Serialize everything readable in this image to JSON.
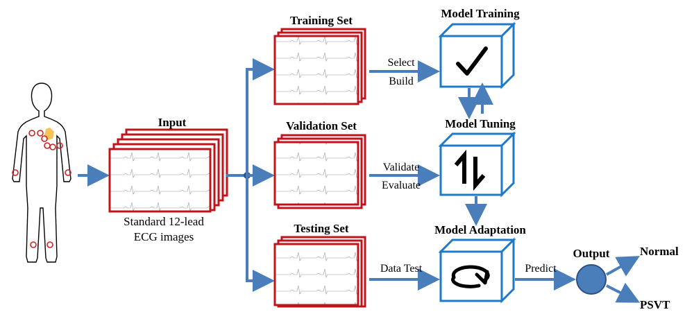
{
  "input": {
    "title": "Input",
    "caption_line1": "Standard 12-lead",
    "caption_line2": "ECG images"
  },
  "sets": {
    "training": "Training Set",
    "validation": "Validation Set",
    "testing": "Testing Set"
  },
  "stages": {
    "training": "Model Training",
    "tuning": "Model Tuning",
    "adaptation": "Model Adaptation"
  },
  "edges": {
    "select": "Select",
    "build": "Build",
    "validate": "Validate",
    "evaluate": "Evaluate",
    "data_test": "Data Test",
    "predict": "Predict"
  },
  "output": {
    "title": "Output",
    "class_normal": "Normal",
    "class_psvt": "PSVT"
  },
  "colors": {
    "arrow": "#4a7ebb",
    "cube": "#1f78c8",
    "frame": "#c0141c",
    "output_node": "#4a7ebb"
  },
  "icons": {
    "human": "human-body-electrode-icon",
    "training": "checkmark-icon",
    "tuning": "up-down-arrows-icon",
    "adaptation": "cycle-arrow-icon"
  }
}
